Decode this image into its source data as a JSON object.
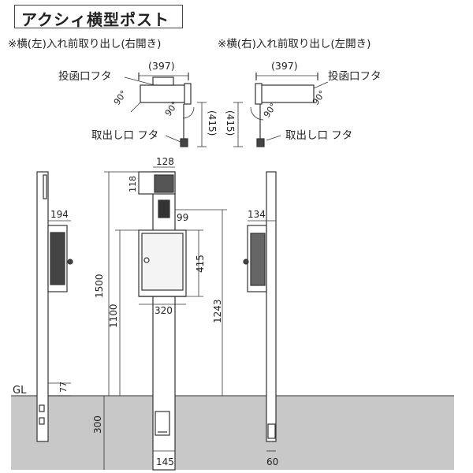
{
  "title": "アクシィ横型ポスト",
  "variant_left": "※横(左)入れ前取り出し(右開き)",
  "variant_right": "※横(右)入れ前取り出し(左開き)",
  "label_insert_lid": "投函口フタ",
  "label_takeout_lid": "取出し口 フタ",
  "angle": "90°",
  "dims": {
    "top_width": "(397)",
    "top_height": "(415)",
    "post_width_top": "128",
    "insert_height": "118",
    "box_offset": "99",
    "box_height": "415",
    "box_width": "320",
    "height_1500": "1500",
    "height_1100": "1100",
    "height_1243": "1243",
    "left_side_depth": "194",
    "right_side_depth": "134",
    "gl_offset": "77",
    "embed_depth": "300",
    "post_width_bottom": "145",
    "side_post_width": "60"
  },
  "ground_label": "GL",
  "colors": {
    "line": "#333333",
    "ground": "#c8c8c8",
    "panel": "#e6e6e6",
    "dark": "#444444"
  }
}
